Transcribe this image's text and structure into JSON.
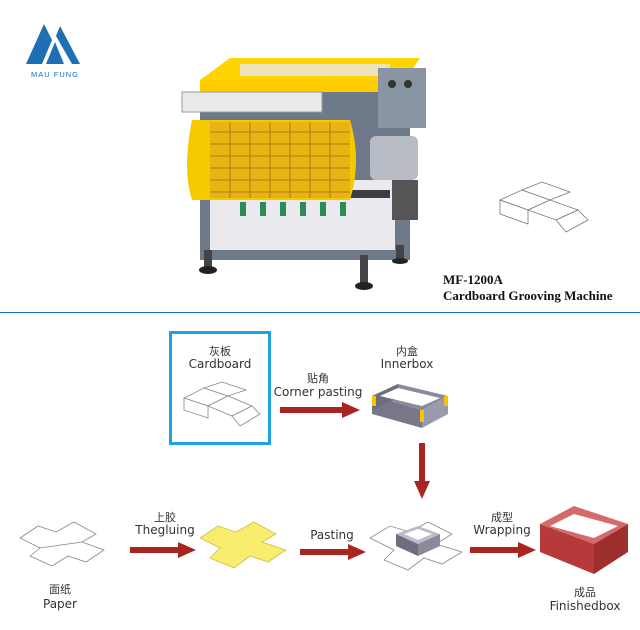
{
  "brand": {
    "name": "MAU FUNG",
    "color": "#1f6fb5"
  },
  "product": {
    "model": "MF-1200A",
    "name": "Cardboard Grooving Machine"
  },
  "colors": {
    "accent_frame": "#1aa2e4",
    "arrow": "#a8261f",
    "yellow_paper": "#f9ed6d",
    "box_red": "#b73a3a",
    "inner_box": "#8a8a9c"
  },
  "process": {
    "cardboard": {
      "cn": "灰板",
      "en": "Cardboard"
    },
    "corner_pasting": {
      "cn": "贴角",
      "en": "Corner pasting"
    },
    "innerbox": {
      "cn": "内盒",
      "en": "Innerbox"
    },
    "paper": {
      "cn": "面纸",
      "en": "Paper"
    },
    "gluing": {
      "cn": "上胶",
      "en": "Thegluing"
    },
    "pasting": {
      "en": "Pasting"
    },
    "wrapping": {
      "cn": "成型",
      "en": "Wrapping"
    },
    "finished": {
      "cn": "成品",
      "en": "Finishedbox"
    }
  }
}
